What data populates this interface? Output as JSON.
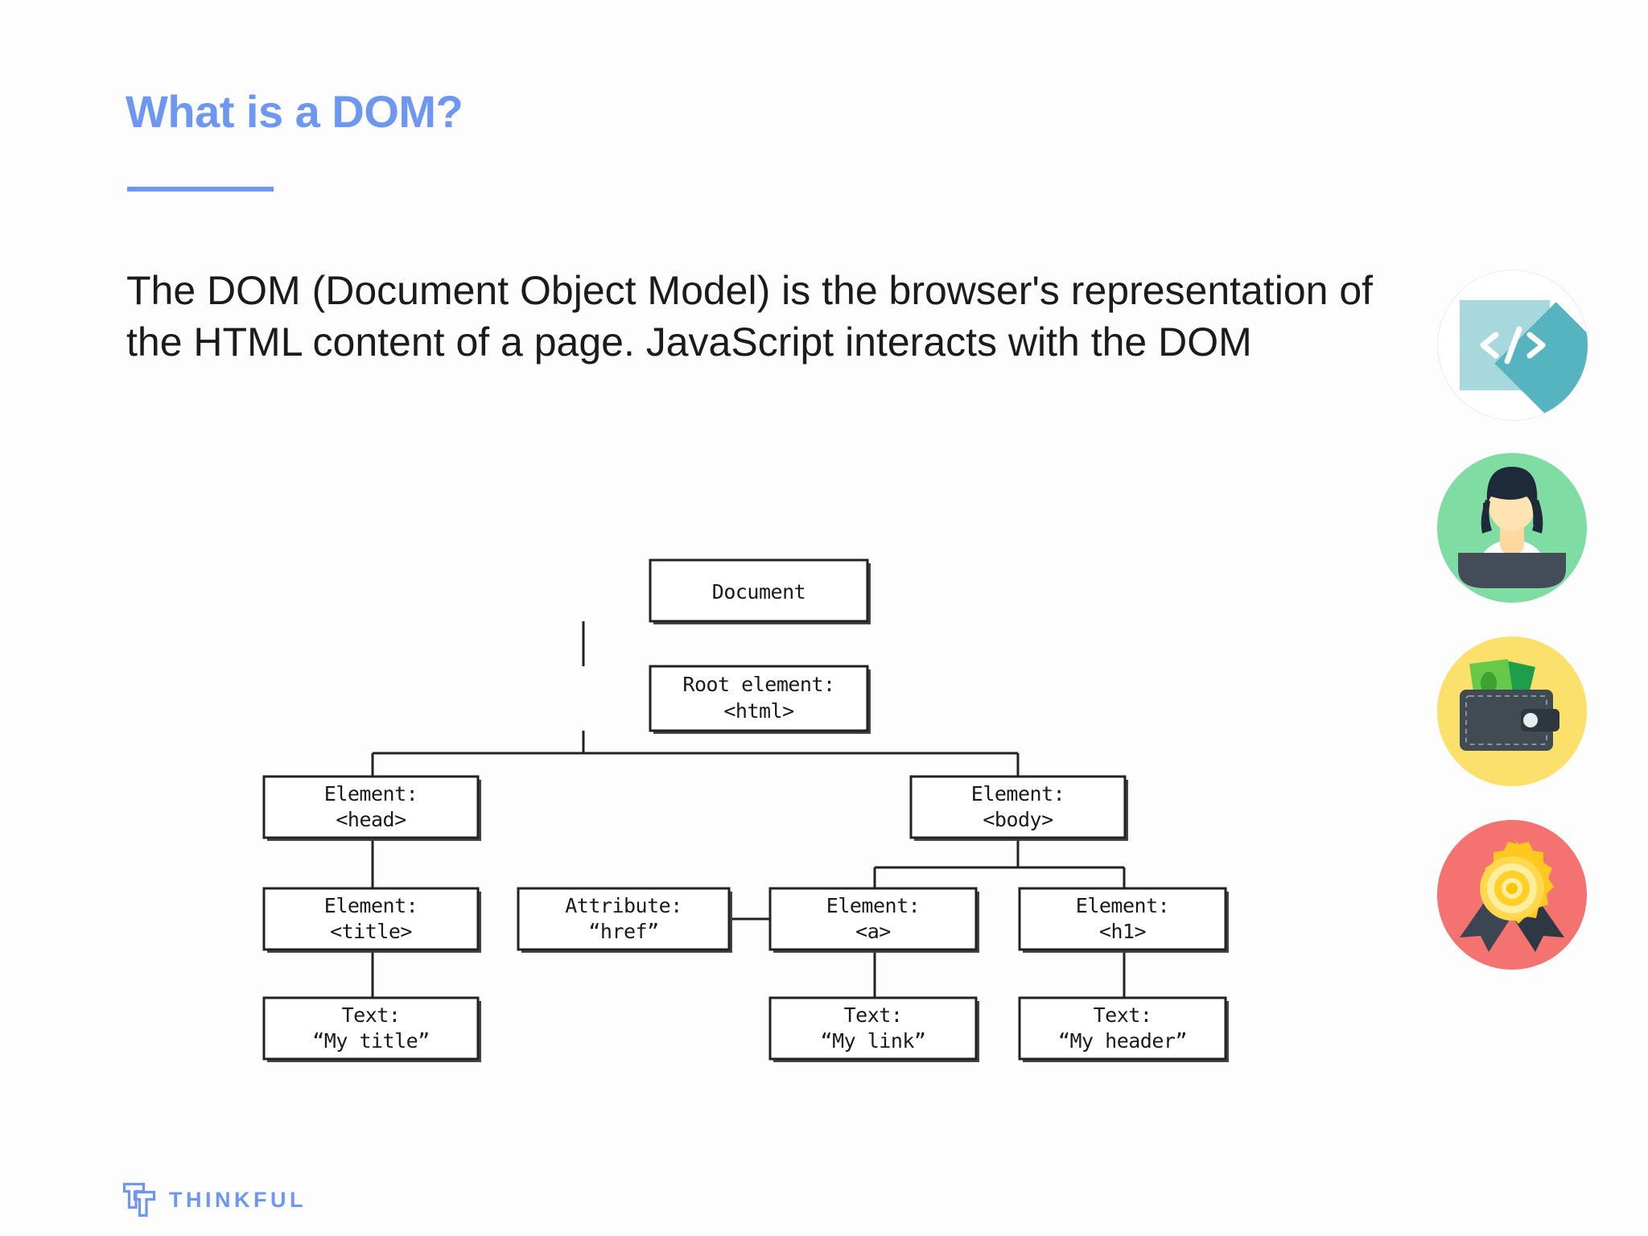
{
  "slide": {
    "background_color": "#fdfdfd",
    "accent_color": "#6e97f2",
    "title": "What is a DOM?",
    "body_text": "The DOM (Document Object Model) is the browser's representation of the HTML content of a page. JavaScript interacts with the DOM"
  },
  "icon_rail": [
    {
      "name": "code-icon",
      "label": "</>",
      "circle_color": "#ffffff",
      "shape_color": "#56b3c0"
    },
    {
      "name": "person-laptop-icon",
      "label": "",
      "circle_color": "#7fdca2",
      "shape_color": "#3e4553"
    },
    {
      "name": "wallet-money-icon",
      "label": "",
      "circle_color": "#fbe06b",
      "shape_color": "#414b54"
    },
    {
      "name": "award-ribbon-icon",
      "label": "",
      "circle_color": "#f4726f",
      "shape_color": "#ffc81f"
    }
  ],
  "diagram": {
    "type": "tree",
    "title": "DOM tree",
    "nodes": {
      "document": {
        "line1": "Document",
        "line2": ""
      },
      "root": {
        "line1": "Root element:",
        "line2": "<html>"
      },
      "head": {
        "line1": "Element:",
        "line2": "<head>"
      },
      "body": {
        "line1": "Element:",
        "line2": "<body>"
      },
      "title_el": {
        "line1": "Element:",
        "line2": "<title>"
      },
      "attr_href": {
        "line1": "Attribute:",
        "line2": "“href”"
      },
      "anchor": {
        "line1": "Element:",
        "line2": "<a>"
      },
      "h1": {
        "line1": "Element:",
        "line2": "<h1>"
      },
      "text_title": {
        "line1": "Text:",
        "line2": "“My title”"
      },
      "text_link": {
        "line1": "Text:",
        "line2": "“My link”"
      },
      "text_header": {
        "line1": "Text:",
        "line2": "“My header”"
      }
    },
    "edges": [
      [
        "document",
        "root"
      ],
      [
        "root",
        "head"
      ],
      [
        "root",
        "body"
      ],
      [
        "head",
        "title_el"
      ],
      [
        "title_el",
        "text_title"
      ],
      [
        "body",
        "anchor"
      ],
      [
        "body",
        "h1"
      ],
      [
        "attr_href",
        "anchor"
      ],
      [
        "anchor",
        "text_link"
      ],
      [
        "h1",
        "text_header"
      ]
    ]
  },
  "footer": {
    "logo_name": "thinkful-logo",
    "wordmark": "THINKFUL"
  }
}
